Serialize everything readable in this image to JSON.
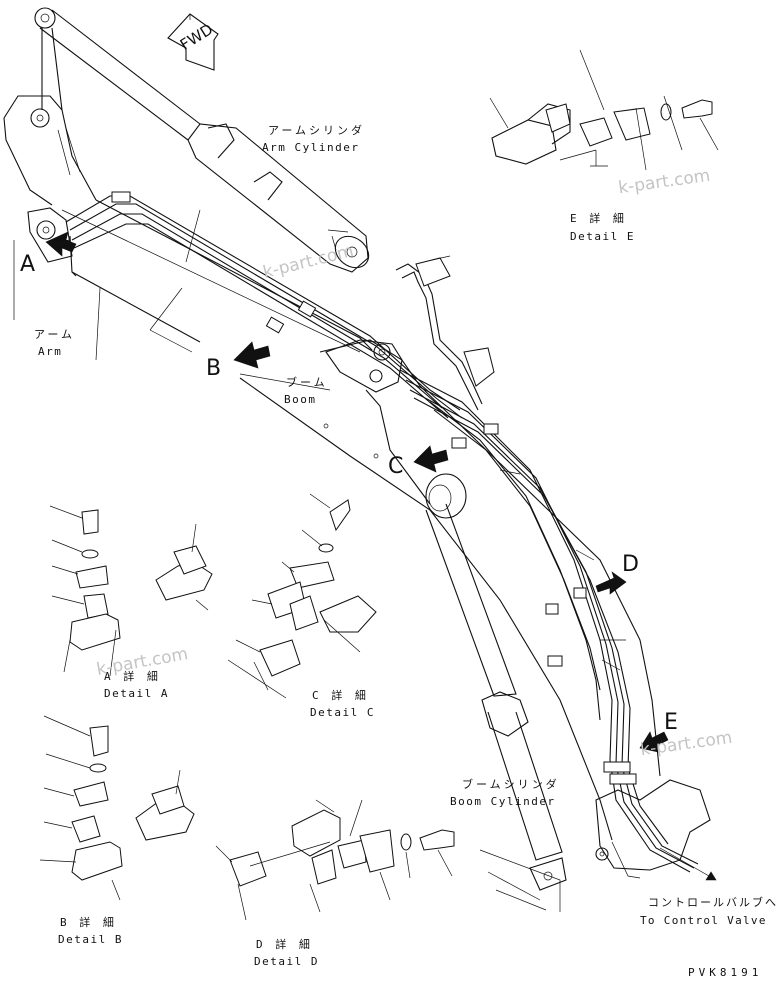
{
  "direction": {
    "fwd": "FWD"
  },
  "arrow_letters": {
    "a": "A",
    "b": "B",
    "c": "C",
    "d": "D",
    "e": "E"
  },
  "parts": {
    "arm_cylinder_jp": "アームシリンダ",
    "arm_cylinder_en": "Arm Cylinder",
    "arm_jp": "アーム",
    "arm_en": "Arm",
    "boom_jp": "ブーム",
    "boom_en": "Boom",
    "boom_cylinder_jp": "ブームシリンダ",
    "boom_cylinder_en": "Boom Cylinder",
    "control_valve_jp": "コントロールバルブへ",
    "control_valve_en": "To Control Valve"
  },
  "details": {
    "a_jp": "A 詳 細",
    "a_en": "Detail A",
    "b_jp": "B 詳 細",
    "b_en": "Detail B",
    "c_jp": "C 詳 細",
    "c_en": "Detail C",
    "d_jp": "D 詳 細",
    "d_en": "Detail D",
    "e_jp": "E 詳 細",
    "e_en": "Detail E"
  },
  "watermark": "k-part.com",
  "drawing_code": "PVK8191"
}
